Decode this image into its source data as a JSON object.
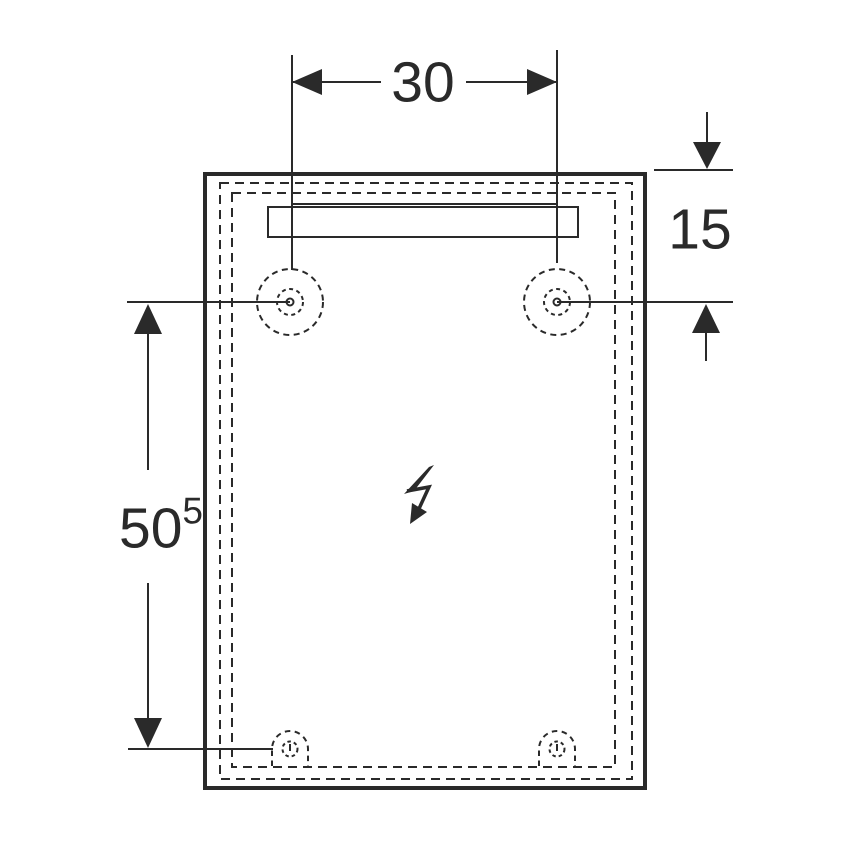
{
  "canvas": {
    "background": "#ffffff",
    "line_color": "#2a2a2a"
  },
  "dimensions": {
    "top_width": {
      "value": "30"
    },
    "right_offset": {
      "value": "15"
    },
    "left_height": {
      "value": "50",
      "superscript": "5"
    }
  },
  "symbols": {
    "lightning_bolt": "electrical-connection-icon",
    "mounting_hole": "dashed-drill-hole-icon",
    "keyhole_slot": "hanging-slot-icon",
    "light_strip": "light-fixture-bar"
  }
}
